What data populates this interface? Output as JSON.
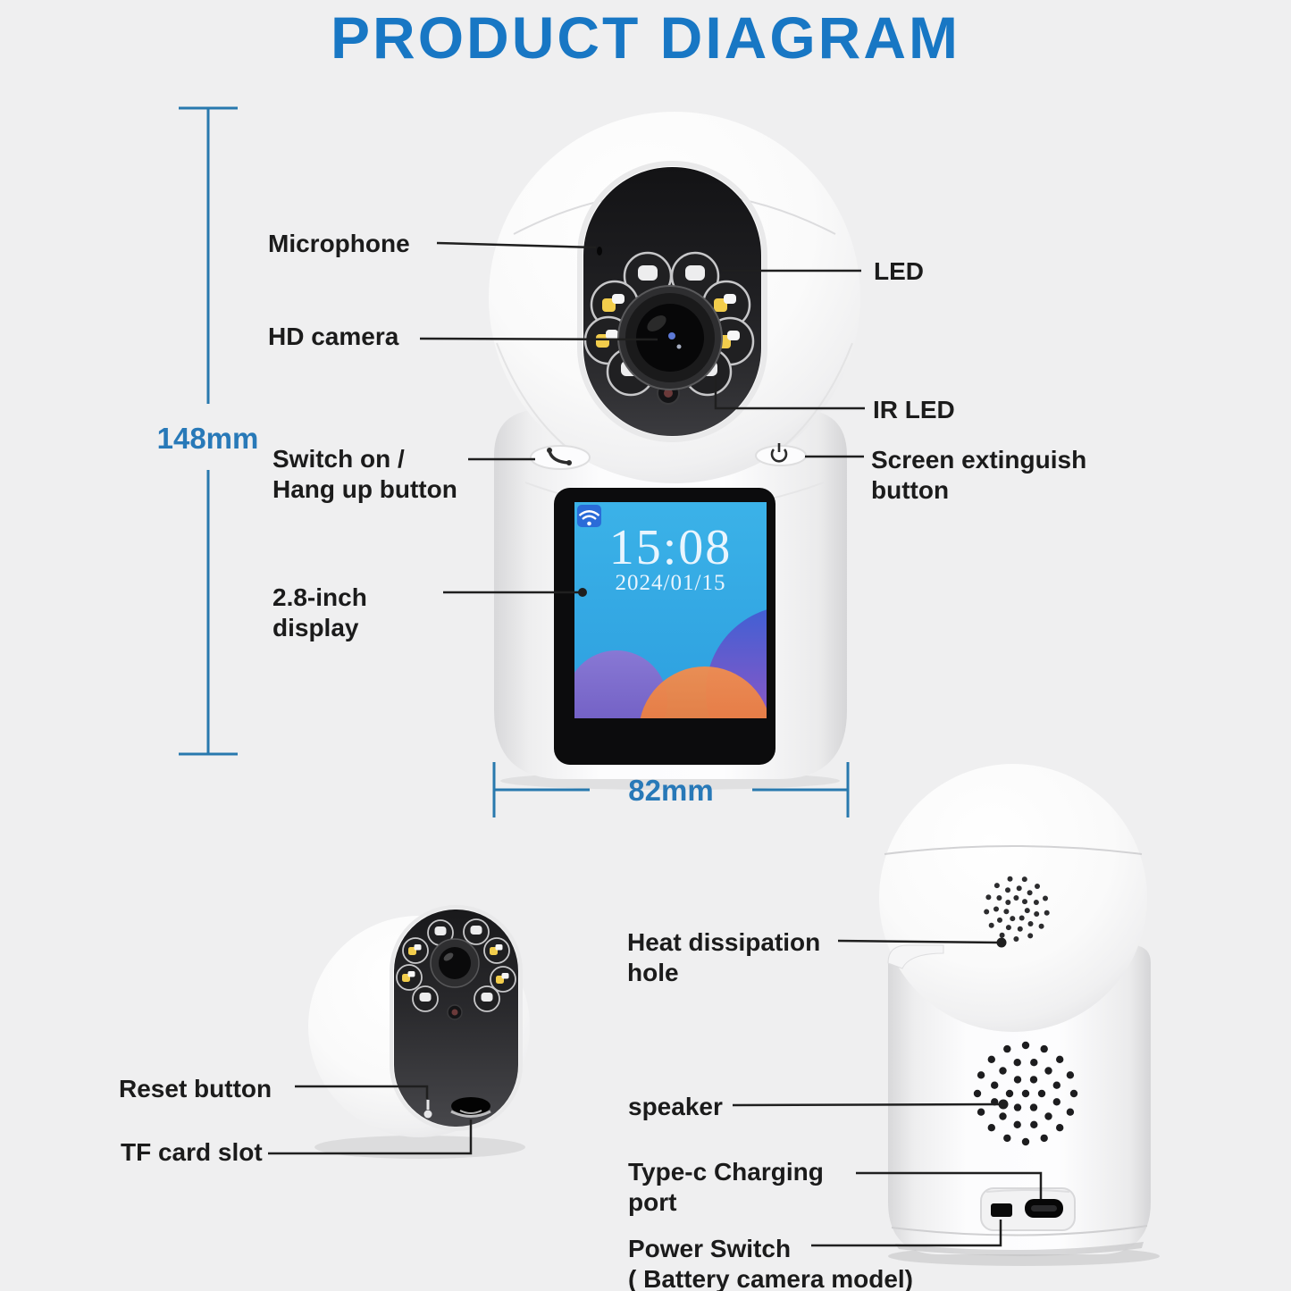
{
  "title": "PRODUCT DIAGRAM",
  "colors": {
    "title_blue": "#1877c4",
    "dimension_blue": "#2879b8",
    "label_dark": "#1b1b1b",
    "screen_blue": "#2fa5e2",
    "wifi_badge_blue": "#2a6cd8"
  },
  "dimensions": {
    "height_label": "148mm",
    "width_label": "82mm"
  },
  "main_view": {
    "labels": {
      "microphone": "Microphone",
      "hd_camera": "HD camera",
      "switch_hang": "Switch on /\nHang up button",
      "display": "2.8-inch\ndisplay",
      "led": "LED",
      "ir_led": "IR LED",
      "screen_extinguish": "Screen extinguish\nbutton"
    },
    "screen": {
      "time": "15:08",
      "date": "2024/01/15",
      "wifi_icon": "wifi-icon"
    }
  },
  "front_head_view": {
    "labels": {
      "reset": "Reset button",
      "tf": "TF card slot"
    }
  },
  "back_view": {
    "labels": {
      "heat": "Heat dissipation\nhole",
      "speaker": "speaker",
      "type_c": "Type-c Charging\nport",
      "power": "Power Switch\n( Battery camera model)"
    }
  }
}
